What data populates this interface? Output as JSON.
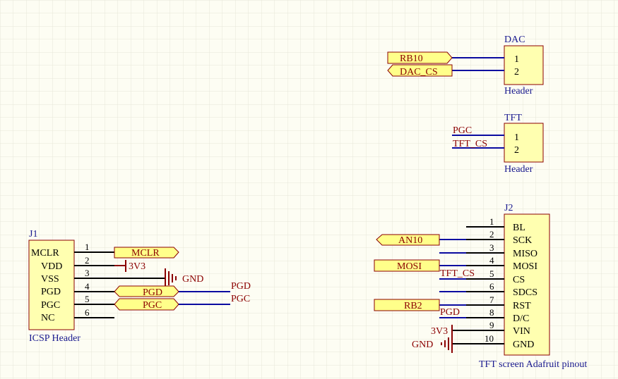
{
  "colors": {
    "background": "#fdfdf3",
    "grid": "#e6e6d8",
    "wire": "#0a0aa0",
    "pin": "#000000",
    "power": "#8b0000",
    "body_fill": "#ffffb0",
    "body_stroke": "#8b0000",
    "text_blue": "#1a1a8f",
    "text_red": "#8b0000"
  },
  "components": {
    "dac": {
      "designator": "DAC",
      "description": "Header",
      "pin_numbers": [
        "1",
        "2"
      ],
      "ports": [
        {
          "label": "RB10",
          "shape": "right"
        },
        {
          "label": "DAC_CS",
          "shape": "left"
        }
      ]
    },
    "tft": {
      "designator": "TFT",
      "description": "Header",
      "pin_numbers": [
        "1",
        "2"
      ],
      "net_labels": [
        "PGC",
        "TFT_CS"
      ]
    },
    "j1": {
      "designator": "J1",
      "description": "ICSP Header",
      "pin_names": [
        "MCLR",
        "VDD",
        "VSS",
        "PGD",
        "PGC",
        "NC"
      ],
      "pin_numbers": [
        "1",
        "2",
        "3",
        "4",
        "5",
        "6"
      ],
      "ports": [
        {
          "label": "MCLR",
          "shape": "right"
        },
        {
          "label": "PGD",
          "shape": "both"
        },
        {
          "label": "PGC",
          "shape": "both"
        }
      ],
      "power": {
        "vdd": "3V3",
        "gnd": "GND"
      },
      "net_labels": [
        "PGD",
        "PGC"
      ]
    },
    "j2": {
      "designator": "J2",
      "description": "TFT screen Adafruit pinout",
      "pin_names": [
        "BL",
        "SCK",
        "MISO",
        "MOSI",
        "CS",
        "SDCS",
        "RST",
        "D/C",
        "VIN",
        "GND"
      ],
      "pin_numbers": [
        "1",
        "2",
        "3",
        "4",
        "5",
        "6",
        "7",
        "8",
        "9",
        "10"
      ],
      "ports": [
        {
          "label": "AN10",
          "shape": "left"
        },
        {
          "label": "MOSI",
          "shape": "none"
        },
        {
          "label": "RB2",
          "shape": "none"
        }
      ],
      "net_labels": [
        "TFT_CS",
        "PGD"
      ],
      "power": {
        "vin": "3V3",
        "gnd": "GND"
      }
    }
  }
}
